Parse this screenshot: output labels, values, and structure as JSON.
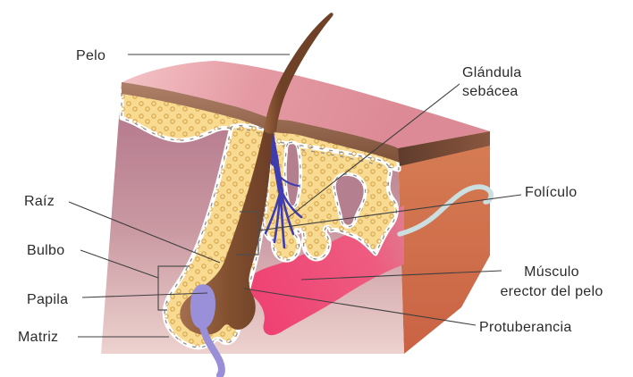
{
  "diagram": {
    "labels": {
      "pelo": "Pelo",
      "glandula_line1": "Glándula",
      "glandula_line2": "sebácea",
      "raiz": "Raíz",
      "foliculo": "Folículo",
      "bulbo": "Bulbo",
      "papila": "Papila",
      "matriz": "Matriz",
      "musculo_line1": "Músculo",
      "musculo_line2": "erector del pelo",
      "protuberancia": "Protuberancia"
    },
    "colors": {
      "skin_top": "#e2939d",
      "skin_side": "#cd6c49",
      "surface_band": "#8a5a41",
      "fat_layer": "#f8da90",
      "fat_dots": "#d6a64d",
      "dermis": "#b3778c",
      "muscle": "#ee4476",
      "nerve": "#3e3cae",
      "papilla": "#9a8fd9",
      "hair": "#8a5738",
      "vessel": "#cbdee0",
      "label_text": "#2b2b2b",
      "label_line": "#3f3f3f"
    }
  }
}
